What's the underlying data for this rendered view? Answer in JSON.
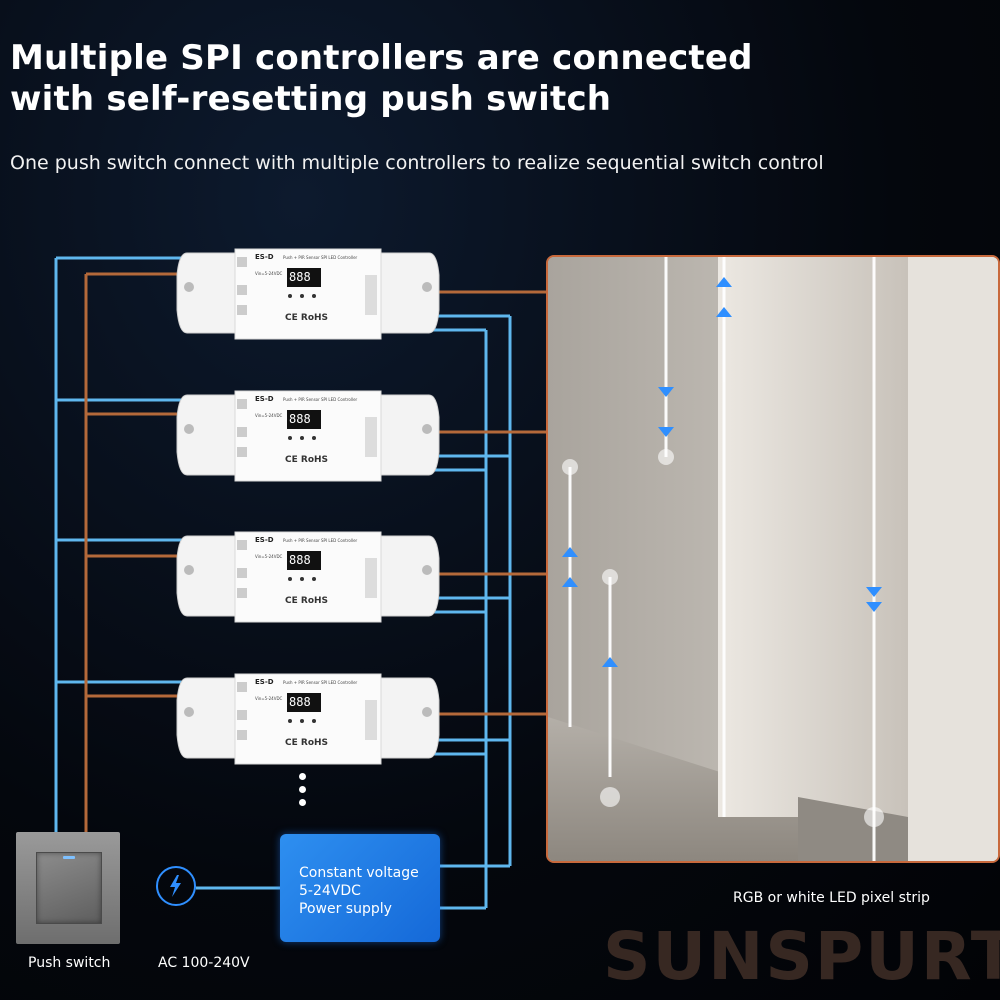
{
  "header": {
    "title_line1": "Multiple SPI controllers are connected",
    "title_line2": "with self-resetting push switch",
    "subtitle": "One push switch connect with multiple controllers to realize sequential switch control"
  },
  "controller": {
    "brand": "ES-D",
    "model": "Push + PIR Sensor SPI LED Controller",
    "display": "888",
    "specs": "Vin=5-24VDC",
    "marks": "CE RoHS"
  },
  "power_supply": {
    "line1": "Constant voltage",
    "line2": "5-24VDC",
    "line3": "Power supply"
  },
  "labels": {
    "push_switch": "Push switch",
    "ac_input": "AC 100-240V",
    "strip": "RGB or white LED pixel strip",
    "brand_watermark": "SUNSPURT"
  },
  "colors": {
    "wire_blue": "#5fb7ee",
    "wire_brown": "#b4693a",
    "psu_blue": "#1f7be6",
    "photo_border": "#c8693c"
  },
  "icons": {
    "ac": "lightning-icon",
    "arrows": "arrow-icon"
  }
}
